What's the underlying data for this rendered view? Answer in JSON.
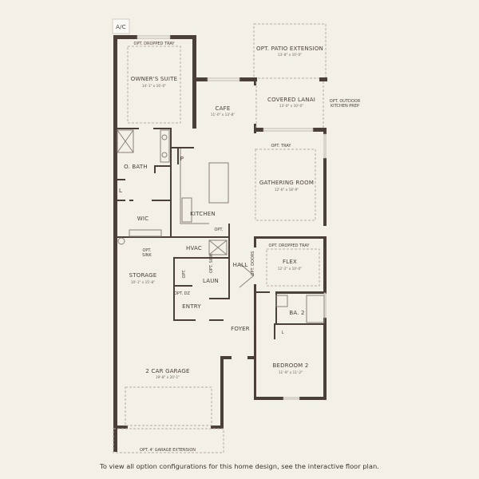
{
  "plan": {
    "ac": "A/C",
    "rooms": {
      "owners_suite": {
        "name": "OWNER'S SUITE",
        "dim": "14'-1\" x 16'-0\"",
        "tray": "OPT. DROPPED TRAY"
      },
      "patio_ext": {
        "name": "OPT. PATIO EXTENSION",
        "dim": "13'-8\" x 10'-0\""
      },
      "cafe": {
        "name": "CAFE",
        "dim": "11'-0\" x 13'-8\""
      },
      "lanai": {
        "name": "COVERED LANAI",
        "dim": "13'-0\" x 10'-0\""
      },
      "outdoor_kitchen": {
        "line1": "OPT. OUTDOOR",
        "line2": "KITCHEN PREP"
      },
      "gathering": {
        "name": "GATHERING ROOM",
        "dim": "12'-6\" x 18'-9\"",
        "tray": "OPT. TRAY"
      },
      "obath": {
        "name": "O. BATH"
      },
      "pantry": {
        "name": "P"
      },
      "linen1": {
        "name": "L"
      },
      "wic": {
        "name": "WIC"
      },
      "kitchen": {
        "name": "KITCHEN",
        "opt": "OPT."
      },
      "hvac": {
        "name": "HVAC"
      },
      "opt_sink_storage": {
        "line1": "OPT.",
        "line2": "SINK"
      },
      "storage": {
        "name": "STORAGE",
        "dim": "10'-1\" x 15'-8\""
      },
      "laun": {
        "name": "LAUN",
        "opt": "OPT.",
        "opt_sink": "OPT. SINK"
      },
      "hall": {
        "name": "HALL",
        "opt_doors": "OPT. DOORS"
      },
      "flex": {
        "name": "FLEX",
        "dim": "12'-2\" x 10'-0\"",
        "tray": "OPT. DROPPED TRAY"
      },
      "entry": {
        "name": "ENTRY",
        "opt_dz": "OPT. DZ"
      },
      "ba2": {
        "name": "BA. 2"
      },
      "linen2": {
        "name": "L"
      },
      "foyer": {
        "name": "FOYER"
      },
      "garage": {
        "name": "2 CAR GARAGE",
        "dim": "19'-8\" x 20'-1\"",
        "ext": "OPT. 4' GARAGE EXTENSION"
      },
      "bedroom2": {
        "name": "BEDROOM 2",
        "dim": "11'-9\" x 11'-2\""
      }
    }
  },
  "footer": "To view all option configurations for this home design, see the interactive floor plan."
}
